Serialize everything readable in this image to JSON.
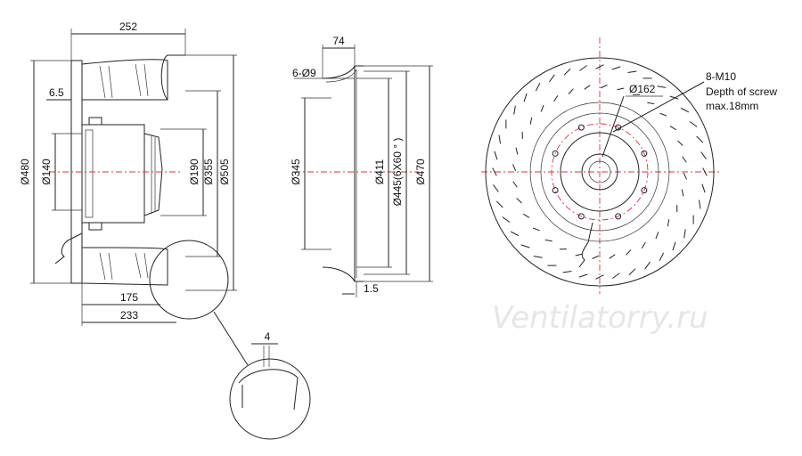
{
  "side_view": {
    "dims": {
      "overall_depth": "252",
      "flange": "6.5",
      "d_outer": "Ø480",
      "d_motor": "Ø140",
      "d_190": "Ø190",
      "d_355": "Ø355",
      "d_505": "Ø505",
      "depth_175": "175",
      "depth_233": "233",
      "detail_4": "4"
    }
  },
  "inlet_view": {
    "dims": {
      "width_74": "74",
      "holes": "6-Ø9",
      "d_345": "Ø345",
      "d_411": "Ø411",
      "d_445": "Ø445(6X60 ° )",
      "d_470": "Ø470",
      "thickness": "1.5"
    }
  },
  "front_view": {
    "dims": {
      "d_162": "Ø162",
      "screws": "8-M10",
      "depth_note": "Depth of screw",
      "depth_value": "max.18mm"
    }
  },
  "watermark": "Ventilatorry.ru"
}
